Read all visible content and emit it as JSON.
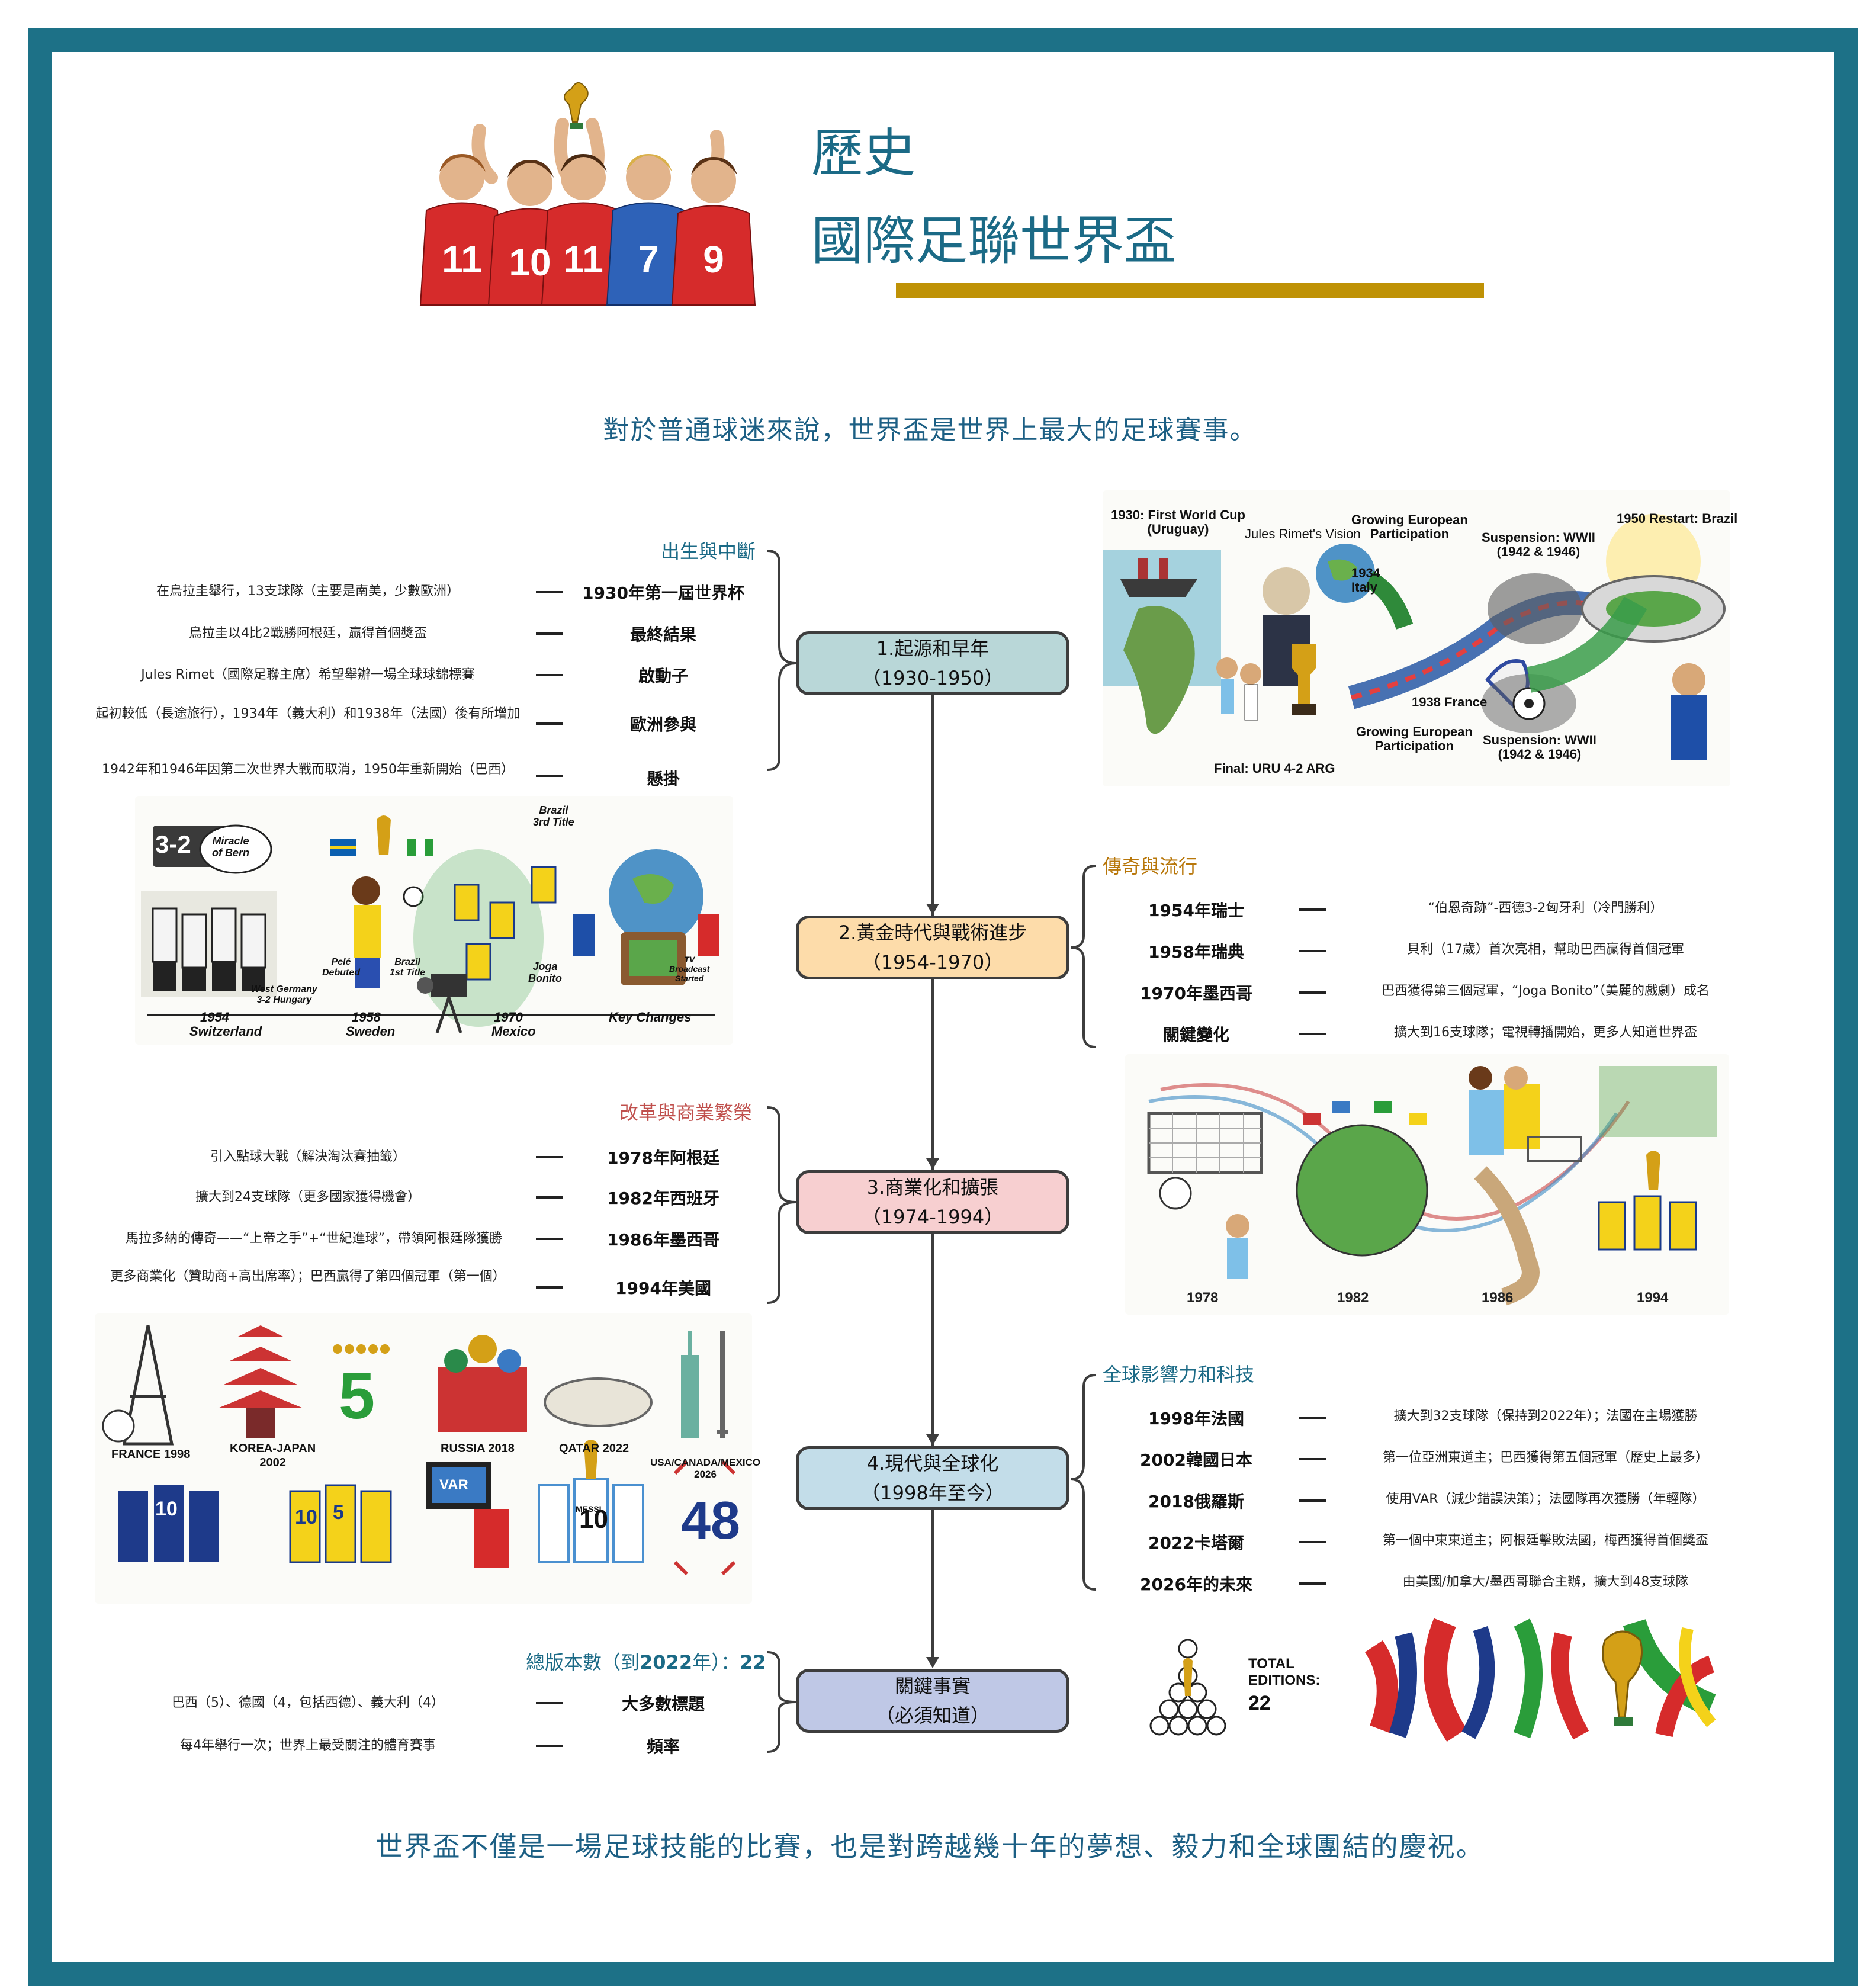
{
  "header": {
    "title_line1": "歷史",
    "title_line2": "國際足聯世界盃",
    "jersey_numbers": [
      "11",
      "10",
      "11",
      "7",
      "9"
    ]
  },
  "intro": "對於普通球迷來說，世界盃是世界上最大的足球賽事。",
  "outro": "世界盃不僅是一場足球技能的比賽，也是對跨越幾十年的夢想、毅力和全球團結的慶祝。",
  "colors": {
    "frame": "#1d7187",
    "title": "#1b6a86",
    "gold_bar": "#bf9206",
    "node1": "#b9d7d8",
    "node2": "#fddcaa",
    "node3": "#f7cfd0",
    "node4": "#c3dde9",
    "node5": "#bfc8e6",
    "cat_teal": "#1b6a86",
    "cat_orange": "#b8770a",
    "cat_red": "#c0504d"
  },
  "nodes": [
    {
      "line1": "1.起源和早年",
      "line2": "（1930-1950）"
    },
    {
      "line1": "2.黃金時代與戰術進步",
      "line2": "（1954-1970）"
    },
    {
      "line1": "3.商業化和擴張",
      "line2": "（1974-1994）"
    },
    {
      "line1": "4.現代與全球化",
      "line2": "（1998年至今）"
    },
    {
      "line1": "關鍵事實",
      "line2": "（必須知道）"
    }
  ],
  "section1": {
    "category": "出生與中斷",
    "rows": [
      {
        "label": "1930年第一屆世界杯",
        "desc": "在烏拉圭舉行，13支球隊（主要是南美，少數歐洲）"
      },
      {
        "label": "最終結果",
        "desc": "烏拉圭以4比2戰勝阿根廷，贏得首個獎盃"
      },
      {
        "label": "啟動子",
        "desc": "Jules Rimet（國際足聯主席）希望舉辦一場全球球錦標賽"
      },
      {
        "label": "歐洲參與",
        "desc": "起初較低（長途旅行），1934年（義大利）和1938年（法國）後有所增加"
      },
      {
        "label": "懸掛",
        "desc": "1942年和1946年因第二次世界大戰而取消，1950年重新開始（巴西）"
      }
    ]
  },
  "section2": {
    "category": "傳奇與流行",
    "rows": [
      {
        "label": "1954年瑞士",
        "desc": "“伯恩奇跡”-西德3-2匈牙利（冷門勝利）"
      },
      {
        "label": "1958年瑞典",
        "desc": "貝利（17歲）首次亮相，幫助巴西贏得首個冠軍"
      },
      {
        "label": "1970年墨西哥",
        "desc": "巴西獲得第三個冠軍，“Joga Bonito”（美麗的戲劇）成名"
      },
      {
        "label": "關鍵變化",
        "desc": "擴大到16支球隊；電視轉播開始，更多人知道世界盃"
      }
    ]
  },
  "section3": {
    "category": "改革與商業繁榮",
    "rows": [
      {
        "label": "1978年阿根廷",
        "desc": "引入點球大戰（解決淘汰賽抽籤）"
      },
      {
        "label": "1982年西班牙",
        "desc": "擴大到24支球隊（更多國家獲得機會）"
      },
      {
        "label": "1986年墨西哥",
        "desc": "馬拉多納的傳奇——“上帝之手”+“世紀進球”，帶領阿根廷隊獲勝"
      },
      {
        "label": "1994年美國",
        "desc": "更多商業化（贊助商+高出席率）；巴西贏得了第四個冠軍（第一個）"
      }
    ]
  },
  "section4": {
    "category": "全球影響力和科技",
    "rows": [
      {
        "label": "1998年法國",
        "desc": "擴大到32支球隊（保持到2022年）；法國在主場獲勝"
      },
      {
        "label": "2002韓國日本",
        "desc": "第一位亞洲東道主；巴西獲得第五個冠軍（歷史上最多）"
      },
      {
        "label": "2018俄羅斯",
        "desc": "使用VAR（減少錯誤決策）；法國隊再次獲勝（年輕隊）"
      },
      {
        "label": "2022卡塔爾",
        "desc": "第一個中東東道主；阿根廷擊敗法國，梅西獲得首個獎盃"
      },
      {
        "label": "2026年的未來",
        "desc": "由美國/加拿大/墨西哥聯合主辦，擴大到48支球隊"
      }
    ]
  },
  "section5": {
    "category_prefix": "總版本數（到",
    "category_year": "2022",
    "category_suffix": "年）：",
    "category_value": "22",
    "rows": [
      {
        "label": "大多數標題",
        "desc": "巴西（5）、德國（4，包括西德）、義大利（4）"
      },
      {
        "label": "頻率",
        "desc": "每4年舉行一次；世界上最受關注的體育賽事"
      }
    ]
  },
  "illus1": {
    "captions": {
      "first": "1930: First World Cup\n(Uruguay)",
      "vision": "Jules Rimet's Vision",
      "growing_top": "Growing European\nParticipation",
      "italy": "1934\nItaly",
      "susp_top": "Suspension: WWII\n(1942 & 1946)",
      "restart": "1950 Restart: Brazil",
      "france": "1938 France",
      "growing_bot": "Growing European\nParticipation",
      "susp_bot": "Suspension: WWII\n(1942 & 1946)",
      "final": "Final: URU 4-2 ARG"
    }
  },
  "illus2": {
    "score": "3-2",
    "bubbles": {
      "bern": "Miracle\nof Bern",
      "brazil3": "Brazil\n3rd Title",
      "pele": "Pelé\nDebuted",
      "brazil1": "Brazil\n1st Title",
      "wg": "West Germany\n3-2 Hungary",
      "joga": "Joga\nBonito",
      "tv": "TV\nBroadcast\nStarted"
    },
    "timeline": [
      {
        "year": "1954",
        "place": "Switzerland"
      },
      {
        "year": "1958",
        "place": "Sweden"
      },
      {
        "year": "1970",
        "place": "Mexico"
      },
      {
        "year": "Key Changes",
        "place": ""
      }
    ]
  },
  "illus3": {
    "years": [
      "1978",
      "1982",
      "1986",
      "1994"
    ]
  },
  "illus4": {
    "labels": {
      "france": "FRANCE 1998",
      "korea": "KOREA-JAPAN\n2002",
      "russia": "RUSSIA 2018",
      "qatar": "QATAR 2022",
      "usa": "USA/CANADA/MEXICO\n2026"
    },
    "big_five": "5",
    "var": "VAR",
    "num48": "48",
    "messi": "MESSI",
    "shirt_numbers": [
      "10",
      "10",
      "5",
      "10"
    ]
  },
  "illus5": {
    "total_label": "TOTAL\nEDITIONS:",
    "total_value": "22"
  }
}
